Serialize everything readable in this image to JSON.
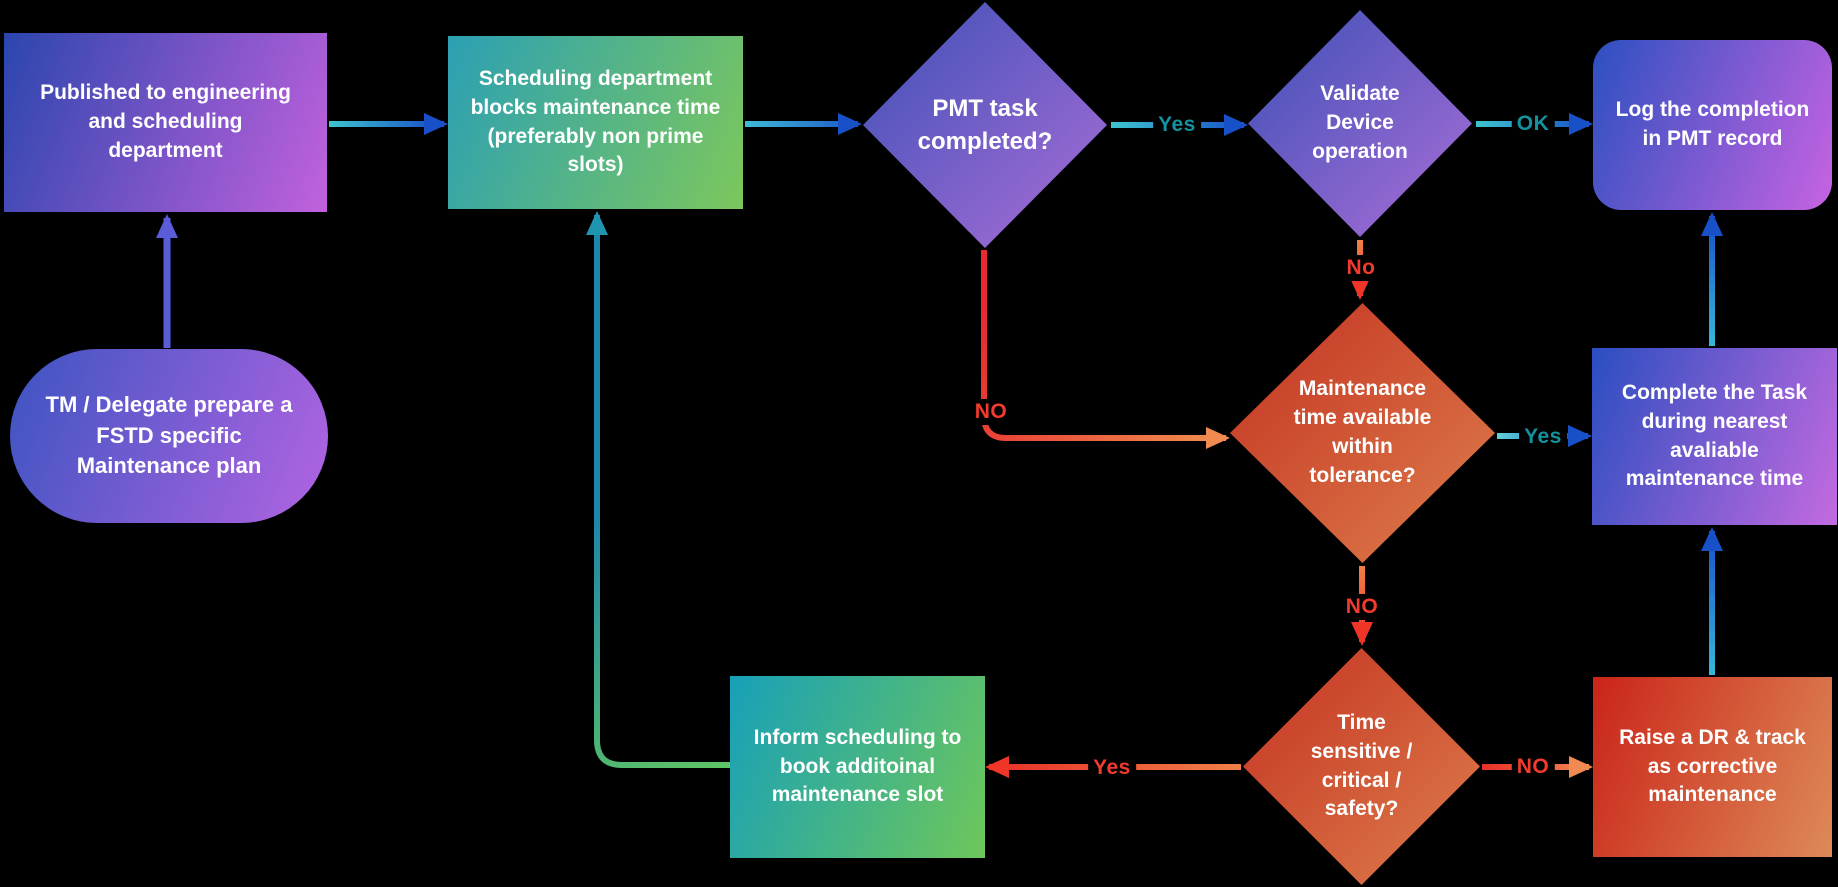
{
  "colors": {
    "background": "#000000",
    "node_text": "#ffffff",
    "blue_purple_gradient": [
      "#2B46AE",
      "#C261DD"
    ],
    "teal_green_gradient": [
      "#17A0B8",
      "#76C75C"
    ],
    "red_orange_gradient": [
      "#C33221",
      "#DE7E4C"
    ],
    "arrow_blue": "#1850C8",
    "arrow_teal": "#3EC4CE",
    "arrow_indigo": "#5A5CD8",
    "arrow_red": "#EE3528",
    "arrow_orange": "#F08A50",
    "label_teal": "#13929F",
    "label_red": "#F23B2E"
  },
  "nodes": {
    "published": {
      "text": "Published to engineering and scheduling department",
      "shape": "rectangle"
    },
    "tm_delegate": {
      "text": "TM / Delegate prepare a FSTD specific Maintenance plan",
      "shape": "pill"
    },
    "scheduling": {
      "text": "Scheduling department blocks maintenance time (preferably non prime slots)",
      "shape": "rectangle"
    },
    "pmt_completed": {
      "text": "PMT task completed?",
      "shape": "diamond"
    },
    "validate_device": {
      "text": "Validate Device operation",
      "shape": "diamond"
    },
    "log_completion": {
      "text": "Log the  completion in PMT record",
      "shape": "rounded-rectangle"
    },
    "maintenance_time": {
      "text": "Maintenance time available within tolerance?",
      "shape": "diamond"
    },
    "complete_task": {
      "text": "Complete the Task during nearest avaliable maintenance time",
      "shape": "rectangle"
    },
    "time_sensitive": {
      "text": "Time sensitive / critical / safety?",
      "shape": "diamond"
    },
    "raise_dr": {
      "text": "Raise a DR & track as corrective maintenance",
      "shape": "rectangle"
    },
    "inform_scheduling": {
      "text": "Inform scheduling to book additoinal maintenance slot",
      "shape": "rectangle"
    }
  },
  "edge_labels": {
    "pmt_yes": "Yes",
    "pmt_no": "NO",
    "validate_ok": "OK",
    "validate_no": "No",
    "maintenance_yes": "Yes",
    "maintenance_no": "NO",
    "time_yes": "Yes",
    "time_no": "NO"
  },
  "edges": [
    {
      "from": "tm_delegate",
      "to": "published",
      "label": ""
    },
    {
      "from": "published",
      "to": "scheduling",
      "label": ""
    },
    {
      "from": "scheduling",
      "to": "pmt_completed",
      "label": ""
    },
    {
      "from": "pmt_completed",
      "to": "validate_device",
      "label": "Yes"
    },
    {
      "from": "validate_device",
      "to": "log_completion",
      "label": "OK"
    },
    {
      "from": "validate_device",
      "to": "maintenance_time",
      "label": "No"
    },
    {
      "from": "pmt_completed",
      "to": "maintenance_time",
      "label": "NO"
    },
    {
      "from": "maintenance_time",
      "to": "complete_task",
      "label": "Yes"
    },
    {
      "from": "maintenance_time",
      "to": "time_sensitive",
      "label": "NO"
    },
    {
      "from": "time_sensitive",
      "to": "raise_dr",
      "label": "NO"
    },
    {
      "from": "time_sensitive",
      "to": "inform_scheduling",
      "label": "Yes"
    },
    {
      "from": "raise_dr",
      "to": "complete_task",
      "label": ""
    },
    {
      "from": "complete_task",
      "to": "log_completion",
      "label": ""
    },
    {
      "from": "inform_scheduling",
      "to": "scheduling",
      "label": ""
    }
  ]
}
